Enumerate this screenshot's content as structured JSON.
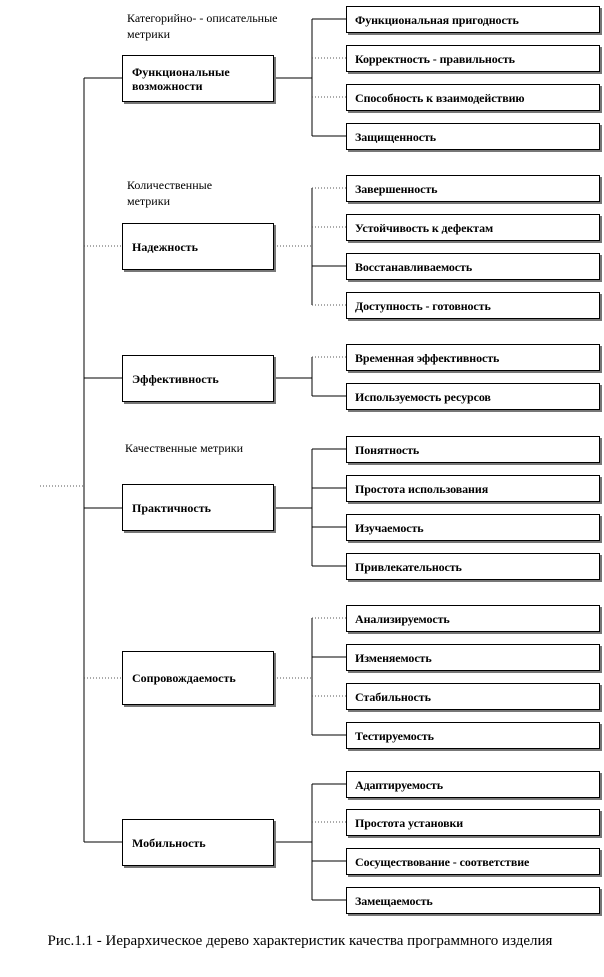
{
  "groups": [
    {
      "label": "Функциональные возможности",
      "note": "Категорийно- - описательные метрики",
      "leaves": [
        "Функциональная пригодность",
        "Корректность - правильность",
        "Способность к взаимодействию",
        "Защищенность"
      ]
    },
    {
      "label": "Надежность",
      "note": "Количественные метрики",
      "leaves": [
        "Завершенность",
        "Устойчивость к дефектам",
        "Восстанавливаемость",
        "Доступность - готовность"
      ]
    },
    {
      "label": "Эффективность",
      "note": "",
      "leaves": [
        "Временная эффективность",
        "Используемость ресурсов"
      ]
    },
    {
      "label": "Практичность",
      "note": "Качественные метрики",
      "leaves": [
        "Понятность",
        "Простота использования",
        "Изучаемость",
        "Привлекательность"
      ]
    },
    {
      "label": "Сопровождаемость",
      "note": "",
      "leaves": [
        "Анализируемость",
        "Изменяемость",
        "Стабильность",
        "Тестируемость"
      ]
    },
    {
      "label": "Мобильность",
      "note": "",
      "leaves": [
        "Адаптируемость",
        "Простота установки",
        "Сосуществование - соответствие",
        "Замещаемость"
      ]
    }
  ],
  "caption": "Рис.1.1 - Иерархическое дерево характеристик качества программного изделия"
}
